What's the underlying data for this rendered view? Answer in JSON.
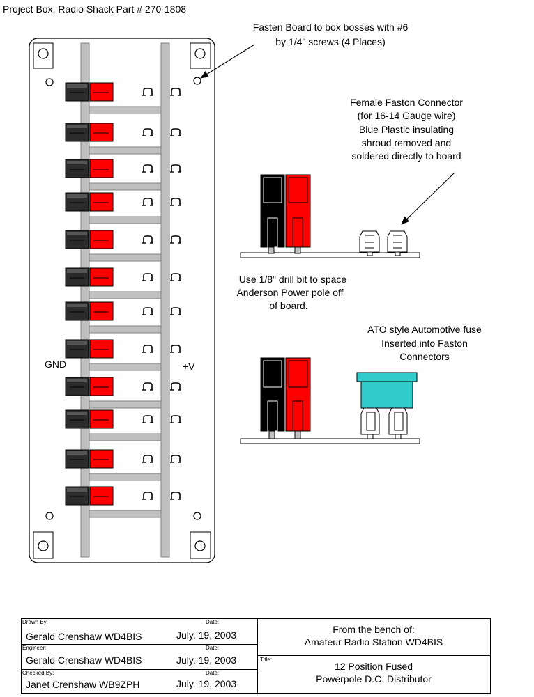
{
  "colors": {
    "board_fill": "#ffffff",
    "rail_fill": "#c0c0c0",
    "rail_stroke": "#808080",
    "black_pole": "#2b2b2b",
    "black_pole_dark": "#000000",
    "red_pole": "#ff0000",
    "fuse_fill": "#33cccc",
    "pin_fill": "#c0c0c0"
  },
  "header": {
    "title": "Project Box, Radio Shack Part # 270-1808"
  },
  "notes": {
    "screws": [
      "Fasten Board to box bosses with #6",
      "by 1/4\" screws (4 Places)"
    ],
    "faston": [
      "Female Faston Connector",
      "(for 16-14 Gauge wire)",
      "Blue Plastic insulating",
      "shroud removed and",
      "soldered directly to board"
    ],
    "drill": [
      "Use 1/8\" drill bit to space",
      "Anderson Power pole off",
      "of board."
    ],
    "fuse": [
      "ATO style Automotive fuse",
      "Inserted into Faston",
      "Connectors"
    ]
  },
  "labels": {
    "gnd": "GND",
    "vplus": "+V"
  },
  "title_block": {
    "drawn_by_label": "Drawn By:",
    "drawn_by": "Gerald Crenshaw WD4BIS",
    "engineer_label": "Engineer:",
    "engineer": "Gerald Crenshaw WD4BIS",
    "checked_by_label": "Checked By:",
    "checked_by": "Janet Crenshaw WB9ZPH",
    "date_label": "Date:",
    "date1": "July. 19, 2003",
    "date2": "July. 19, 2003",
    "date3": "July. 19, 2003",
    "from_line1": "From the bench of:",
    "from_line2": "Amateur Radio Station WD4BIS",
    "title_label": "Title:",
    "title_line1": "12 Position Fused",
    "title_line2": "Powerpole D.C. Distributor"
  }
}
